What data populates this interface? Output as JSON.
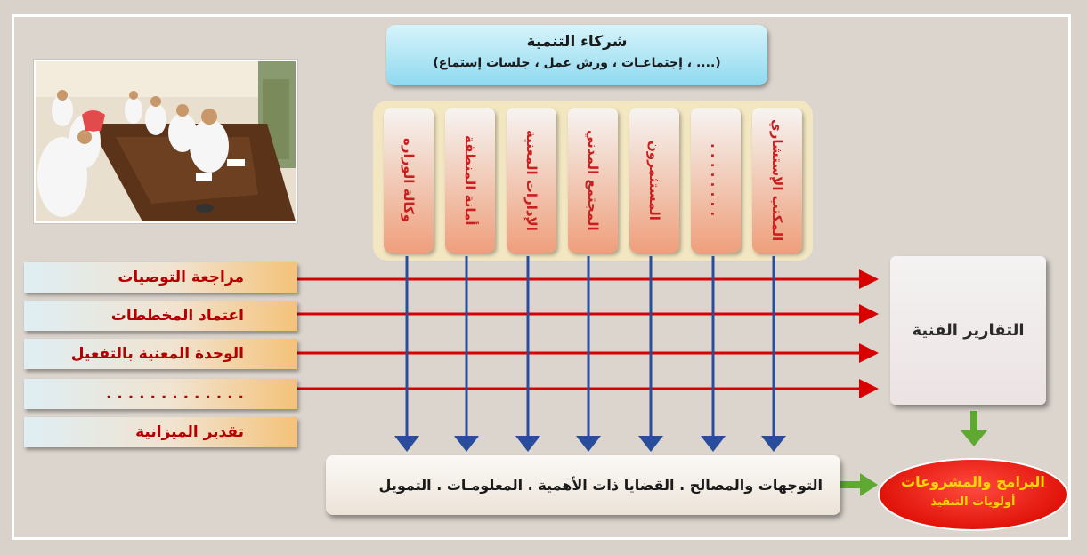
{
  "partners": {
    "title": "شركاء التنمية",
    "subtitle": "(إجتماعـات ، ورش عمل ، جلسات إستماع ، ....)"
  },
  "pillars": [
    "وكالة الوزاره",
    "أمانة المنطقة",
    "الإدارات المعنية",
    "المجتمع المدني",
    "المستثمرون",
    ". . . . . . . .",
    "المكتب الإستشاري"
  ],
  "left_items": [
    "مراجعة التوصيات",
    "اعتماد المخططات",
    "الوحدة المعنية بالتفعيل",
    ". . . . . . . . . . . . .",
    "تقدير الميزانية"
  ],
  "reports": "التقارير الفنية",
  "bottom_text": "التوجهات والمصالح . القضايا ذات الأهمية . المعلومـات . التمويل",
  "programs": {
    "title": "البرامج والمشروعات",
    "subtitle": "أولويات التنفيذ"
  },
  "colors": {
    "red_arrow": "#d80000",
    "blue_arrow": "#2a4d9b",
    "green_arrow": "#5fa832",
    "pillar_text": "#c82020"
  },
  "photo_description_icon": "meeting-photo"
}
